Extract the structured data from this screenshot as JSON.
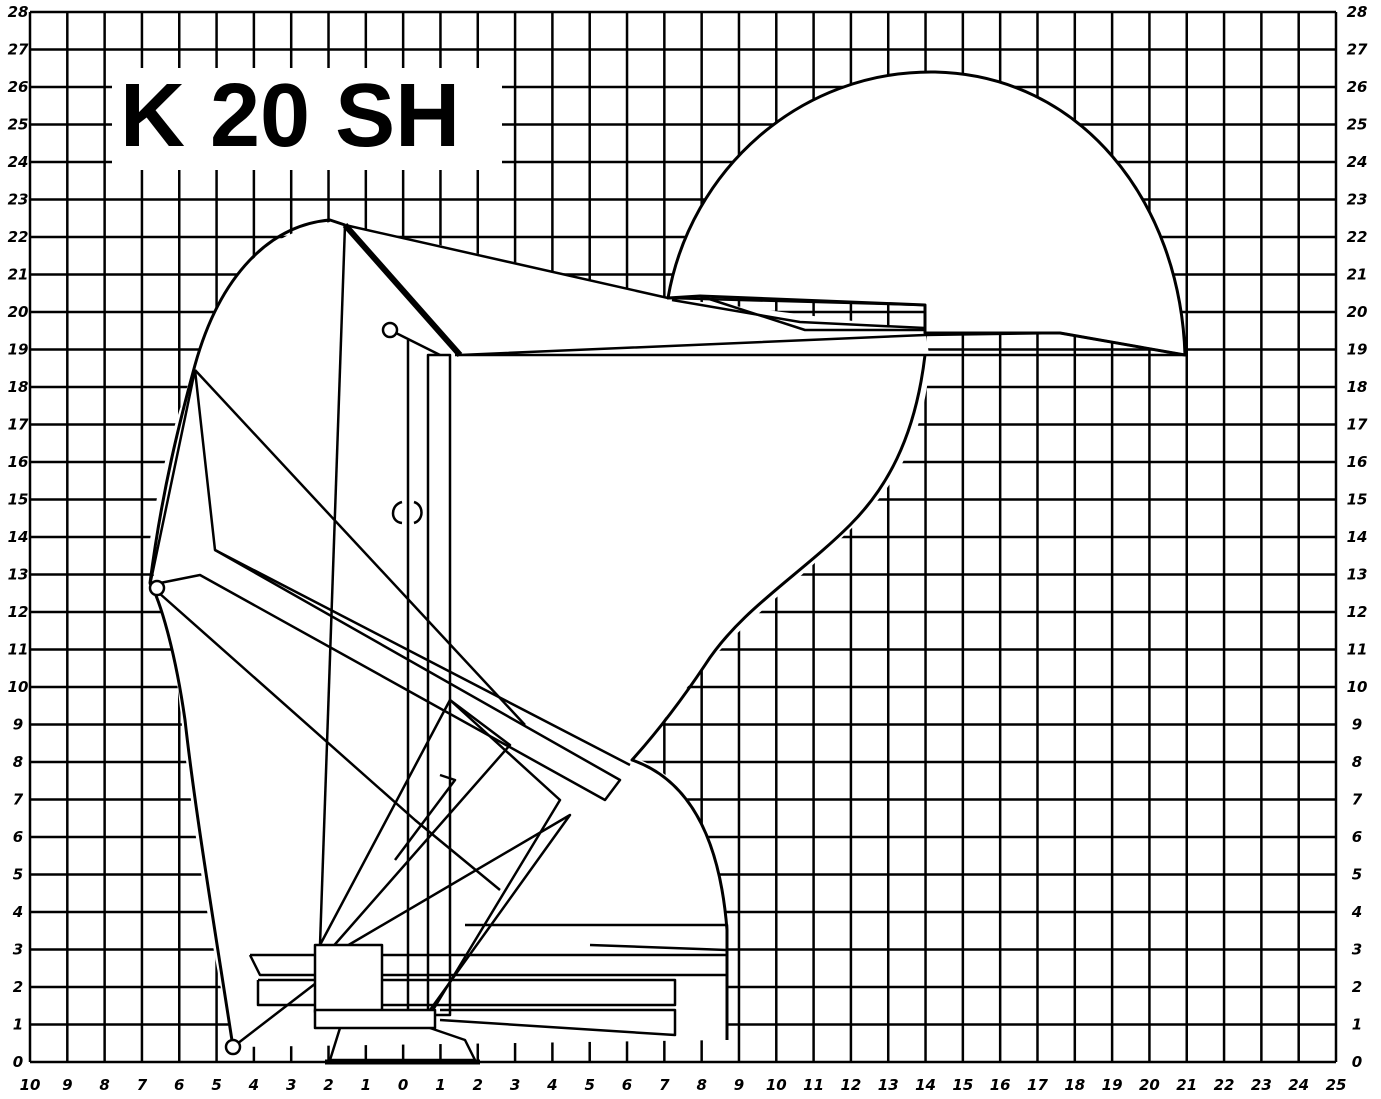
{
  "title": "K 20 SH",
  "axes": {
    "x_ticks": [
      "10",
      "9",
      "8",
      "7",
      "6",
      "5",
      "4",
      "3",
      "2",
      "1",
      "0",
      "1",
      "2",
      "3",
      "4",
      "5",
      "6",
      "7",
      "8",
      "9",
      "10",
      "11",
      "12",
      "13",
      "14",
      "15",
      "16",
      "17",
      "18",
      "19",
      "20",
      "21",
      "22",
      "23",
      "24",
      "25"
    ],
    "y_ticks": [
      "0",
      "1",
      "2",
      "3",
      "4",
      "5",
      "6",
      "7",
      "8",
      "9",
      "10",
      "11",
      "12",
      "13",
      "14",
      "15",
      "16",
      "17",
      "18",
      "19",
      "20",
      "21",
      "22",
      "23",
      "24",
      "25",
      "26",
      "27",
      "28"
    ],
    "x_range": [
      -10,
      25
    ],
    "y_range": [
      0,
      28
    ],
    "grid": true
  },
  "colors": {
    "ink": "#000000",
    "paper": "#ffffff"
  }
}
